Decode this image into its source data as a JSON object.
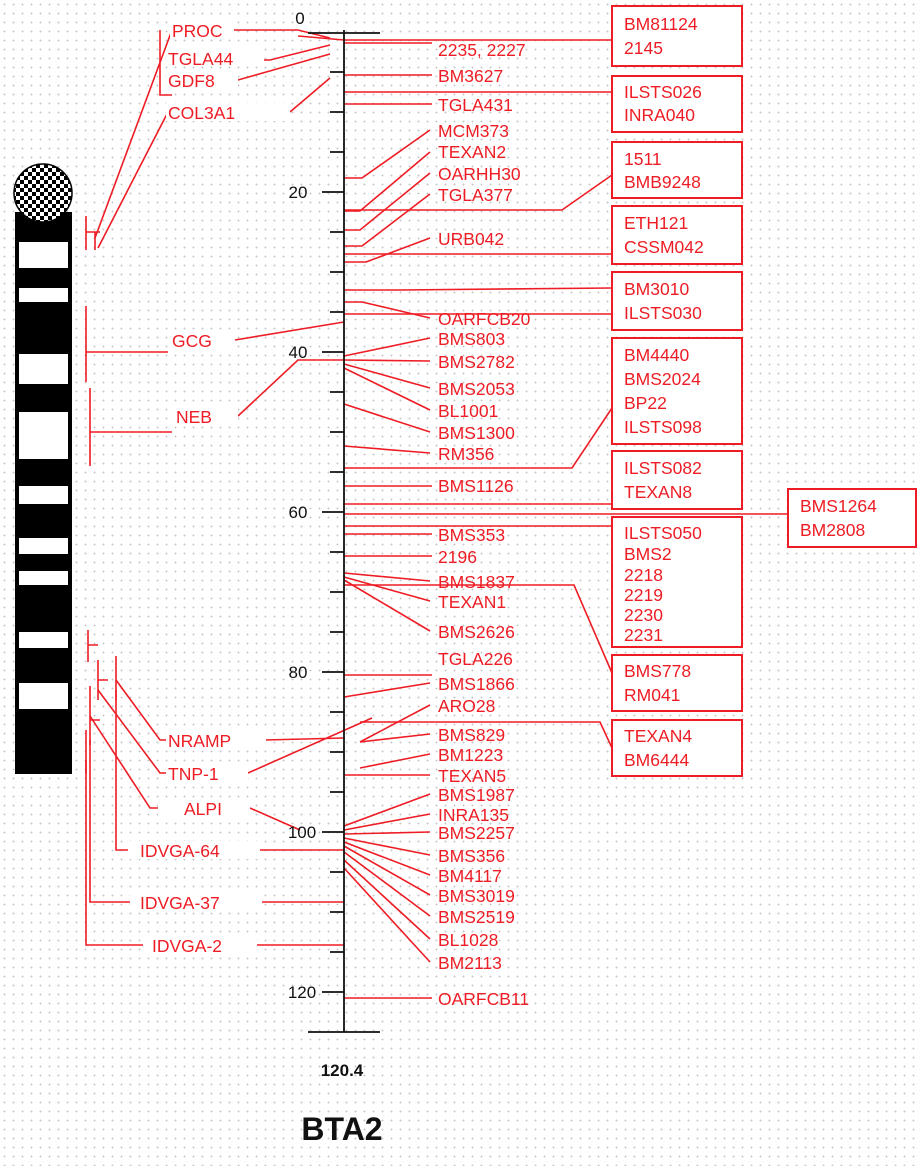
{
  "title": "BTA2",
  "axis": {
    "end_label": "120.4",
    "ticks": [
      "0",
      "20",
      "40",
      "60",
      "80",
      "100",
      "120"
    ]
  },
  "colors": {
    "marker": "#ee1c24",
    "axis": "#111111",
    "chromosome_band": "#000000"
  },
  "left_genes": [
    "PROC",
    "TGLA44",
    "GDF8",
    "COL3A1",
    "GCG",
    "NEB",
    "NRAMP",
    "TNP-1",
    "ALPI",
    "IDVGA-64",
    "IDVGA-37",
    "IDVGA-2"
  ],
  "right_markers": [
    "2235, 2227",
    "BM3627",
    "TGLA431",
    "MCM373",
    "TEXAN2",
    "OARHH30",
    "TGLA377",
    "URB042",
    "OARFCB20",
    "BMS803",
    "BMS2782",
    "BMS2053",
    "BL1001",
    "BMS1300",
    "RM356",
    "BMS1126",
    "BMS353",
    "2196",
    "BMS1837",
    "TEXAN1",
    "BMS2626",
    "TGLA226",
    "BMS1866",
    "ARO28",
    "BMS829",
    "BM1223",
    "TEXAN5",
    "BMS1987",
    "INRA135",
    "BMS2257",
    "BMS356",
    "BM4117",
    "BMS3019",
    "BMS2519",
    "BL1028",
    "BM2113",
    "OARFCB11"
  ],
  "boxes": [
    [
      "BM81124",
      "2145"
    ],
    [
      "ILSTS026",
      "INRA040"
    ],
    [
      "1511",
      "BMB9248"
    ],
    [
      "ETH121",
      "CSSM042"
    ],
    [
      "BM3010",
      "ILSTS030"
    ],
    [
      "BM4440",
      "BMS2024",
      "BP22",
      "ILSTS098"
    ],
    [
      "ILSTS082",
      "TEXAN8"
    ],
    [
      "BMS1264",
      "BM2808"
    ],
    [
      "ILSTS050",
      "BMS2",
      "2218",
      "2219",
      "2230",
      "2231"
    ],
    [
      "BMS778",
      "RM041"
    ],
    [
      "TEXAN4",
      "BM6444"
    ]
  ]
}
